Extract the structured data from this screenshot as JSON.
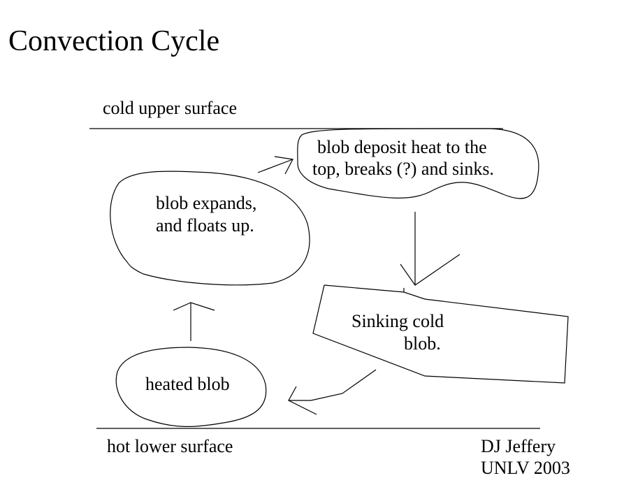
{
  "title": "Convection Cycle",
  "labels": {
    "cold_surface": "cold upper surface",
    "hot_surface": "hot lower surface",
    "blob_top": [
      "blob deposit heat to the",
      "top, breaks (?) and sinks."
    ],
    "blob_expand": [
      "blob expands,",
      "and floats up."
    ],
    "blob_sinking": [
      "Sinking cold",
      "blob."
    ],
    "blob_heated": "heated blob"
  },
  "credit": [
    "DJ Jeffery",
    "UNLV 2003"
  ],
  "flow": [
    "heated blob",
    "blob expands, and floats up.",
    "blob deposit heat to the top, breaks (?) and sinks.",
    "Sinking cold blob.",
    "heated blob"
  ]
}
